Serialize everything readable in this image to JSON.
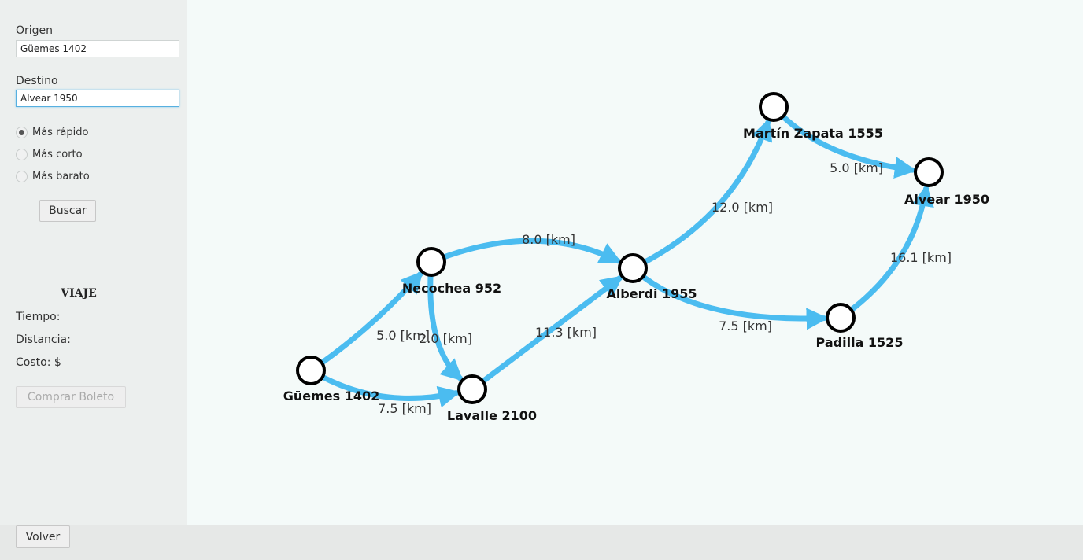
{
  "form": {
    "origin_label": "Origen",
    "origin_value": "Güemes 1402",
    "destination_label": "Destino",
    "destination_value": "Alvear 1950",
    "options": [
      {
        "label": "Más rápido",
        "checked": true
      },
      {
        "label": "Más corto",
        "checked": false
      },
      {
        "label": "Más barato",
        "checked": false
      }
    ],
    "search_label": "Buscar"
  },
  "trip": {
    "title": "VIAJE",
    "time_label": "Tiempo:",
    "distance_label": "Distancia:",
    "cost_label": "Costo: $",
    "buy_label": "Comprar Boleto"
  },
  "footer": {
    "back_label": "Volver"
  },
  "graph": {
    "nodes": [
      {
        "id": "guemes",
        "label": "Güemes 1402"
      },
      {
        "id": "necochea",
        "label": "Necochea 952"
      },
      {
        "id": "lavalle",
        "label": "Lavalle 2100"
      },
      {
        "id": "alberdi",
        "label": "Alberdi 1955"
      },
      {
        "id": "zapata",
        "label": "Martín Zapata 1555"
      },
      {
        "id": "alvear",
        "label": "Alvear 1950"
      },
      {
        "id": "padilla",
        "label": "Padilla 1525"
      }
    ],
    "edges": [
      {
        "from": "guemes",
        "to": "necochea",
        "label": "5.0 [km]"
      },
      {
        "from": "guemes",
        "to": "lavalle",
        "label": "7.5 [km]"
      },
      {
        "from": "necochea",
        "to": "lavalle",
        "label": "2.0 [km]"
      },
      {
        "from": "necochea",
        "to": "alberdi",
        "label": "8.0 [km]"
      },
      {
        "from": "lavalle",
        "to": "alberdi",
        "label": "11.3 [km]"
      },
      {
        "from": "alberdi",
        "to": "zapata",
        "label": "12.0 [km]"
      },
      {
        "from": "alberdi",
        "to": "padilla",
        "label": "7.5 [km]"
      },
      {
        "from": "zapata",
        "to": "alvear",
        "label": "5.0 [km]"
      },
      {
        "from": "padilla",
        "to": "alvear",
        "label": "16.1 [km]"
      }
    ],
    "edge_color": "#4bbcf0",
    "node_stroke": "#000000",
    "node_fill": "#ffffff"
  }
}
